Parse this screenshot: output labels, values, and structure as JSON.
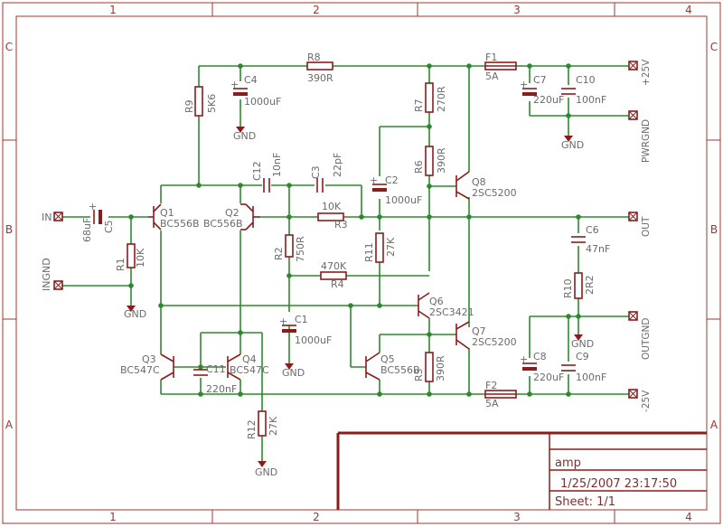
{
  "frame": {
    "col_labels": [
      "1",
      "2",
      "3",
      "4"
    ],
    "row_labels": [
      "C",
      "B",
      "A"
    ]
  },
  "title_block": {
    "name": "amp",
    "datetime": "1/25/2007 23:17:50",
    "sheet": "Sheet: 1/1"
  },
  "labels": {
    "R8": "R8",
    "R8v": "390R",
    "F1": "F1",
    "F1v": "5A",
    "F2": "F2",
    "F2v": "5A",
    "C4": "C4",
    "C4v": "1000uF",
    "R9": "R9",
    "R9v": "5K6",
    "R7": "R7",
    "R7v": "270R",
    "R6": "R6",
    "R6v": "390R",
    "C7": "C7",
    "C7v": "220uF",
    "C10": "C10",
    "C10v": "100nF",
    "C12": "C12",
    "C12v": "10nF",
    "C3": "C3",
    "C3v": "22pF",
    "C2": "C2",
    "C2v": "1000uF",
    "Q8": "Q8",
    "Q8v": "2SC5200",
    "Q1": "Q1",
    "Q1v": "BC556B",
    "Q2": "Q2",
    "Q2v": "BC556B",
    "R3": "R3",
    "R3v": "10K",
    "C5": "C5",
    "C5v": "68uF",
    "R1": "R1",
    "R1v": "10K",
    "R2": "R2",
    "R2v": "750R",
    "R11": "R11",
    "R11v": "27K",
    "R4": "R4",
    "R4v": "470K",
    "C6": "C6",
    "C6v": "47nF",
    "R10": "R10",
    "R10v": "2R2",
    "Q6": "Q6",
    "Q6v": "2SC3421",
    "C1": "C1",
    "C1v": "1000uF",
    "Q7": "Q7",
    "Q7v": "2SC5200",
    "Q3": "Q3",
    "Q3v": "BC547C",
    "Q4": "Q4",
    "Q4v": "BC547C",
    "C11": "C11",
    "C11v": "220nF",
    "Q5": "Q5",
    "Q5v": "BC556B",
    "R5": "R5",
    "R5v": "390R",
    "C8": "C8",
    "C8v": "220uF",
    "C9": "C9",
    "C9v": "100nF",
    "R12": "R12",
    "R12v": "27K",
    "in": "IN",
    "ingnd": "INGND",
    "out": "OUT",
    "outgnd": "OUTGND",
    "pwrgnd": "PWRGND",
    "p25": "+25V",
    "m25": "-25V",
    "gnd": "GND"
  }
}
